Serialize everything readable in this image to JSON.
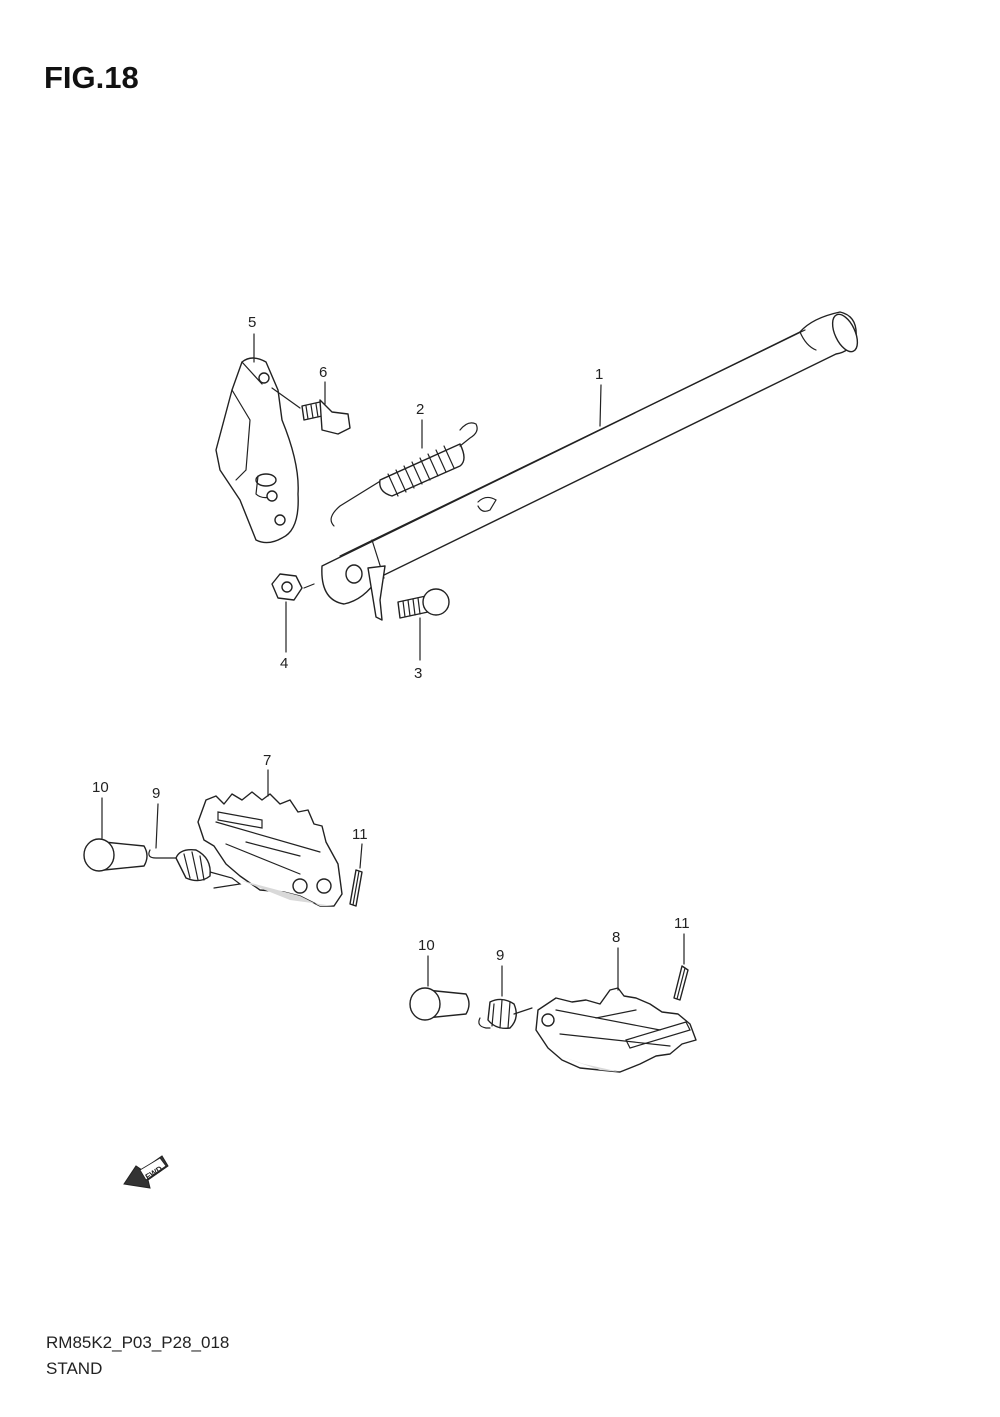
{
  "figure": {
    "title": "FIG.18",
    "code": "RM85K2_P03_P28_018",
    "name": "STAND"
  },
  "fwd_label": "FWD",
  "callouts": [
    {
      "id": "1",
      "label": "1"
    },
    {
      "id": "2",
      "label": "2"
    },
    {
      "id": "3",
      "label": "3"
    },
    {
      "id": "4",
      "label": "4"
    },
    {
      "id": "5",
      "label": "5"
    },
    {
      "id": "6",
      "label": "6"
    },
    {
      "id": "7",
      "label": "7"
    },
    {
      "id": "8",
      "label": "8"
    },
    {
      "id": "9a",
      "label": "9"
    },
    {
      "id": "9b",
      "label": "9"
    },
    {
      "id": "10a",
      "label": "10"
    },
    {
      "id": "10b",
      "label": "10"
    },
    {
      "id": "11a",
      "label": "11"
    },
    {
      "id": "11b",
      "label": "11"
    }
  ]
}
